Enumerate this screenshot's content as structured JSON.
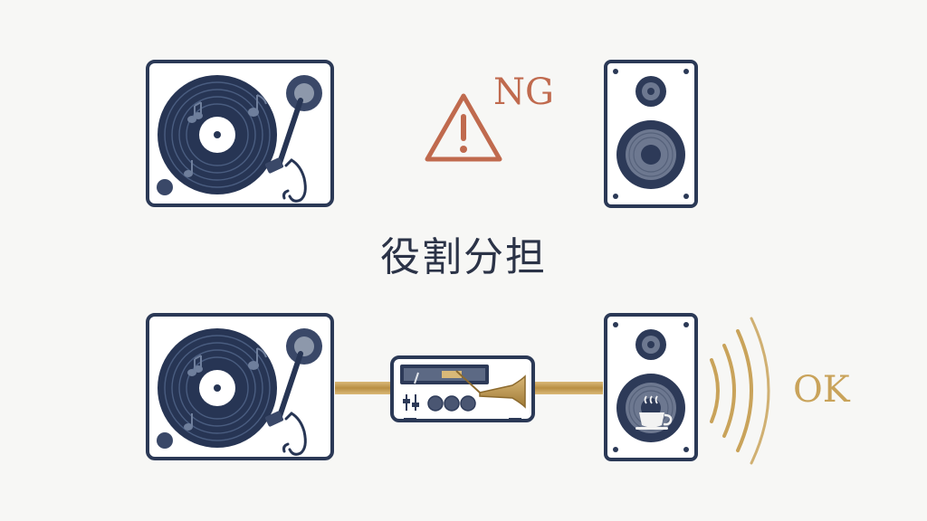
{
  "labels": {
    "ng": "NG",
    "ok": "OK",
    "center": "役割分担"
  },
  "colors": {
    "navy": "#273554",
    "frame": "#2b3956",
    "gold": "#c9a35a",
    "warning": "#c06a4e",
    "dash": "#5f6b7d",
    "background": "#f7f7f5"
  },
  "icons": {
    "turntable": "turntable-icon",
    "speaker": "speaker-icon",
    "amplifier": "amplifier-icon",
    "warning": "warning-icon",
    "sound_waves": "sound-waves-icon",
    "music_note": "music-note-icon",
    "saxophone": "saxophone-icon",
    "coffee_cup": "coffee-cup-icon"
  }
}
